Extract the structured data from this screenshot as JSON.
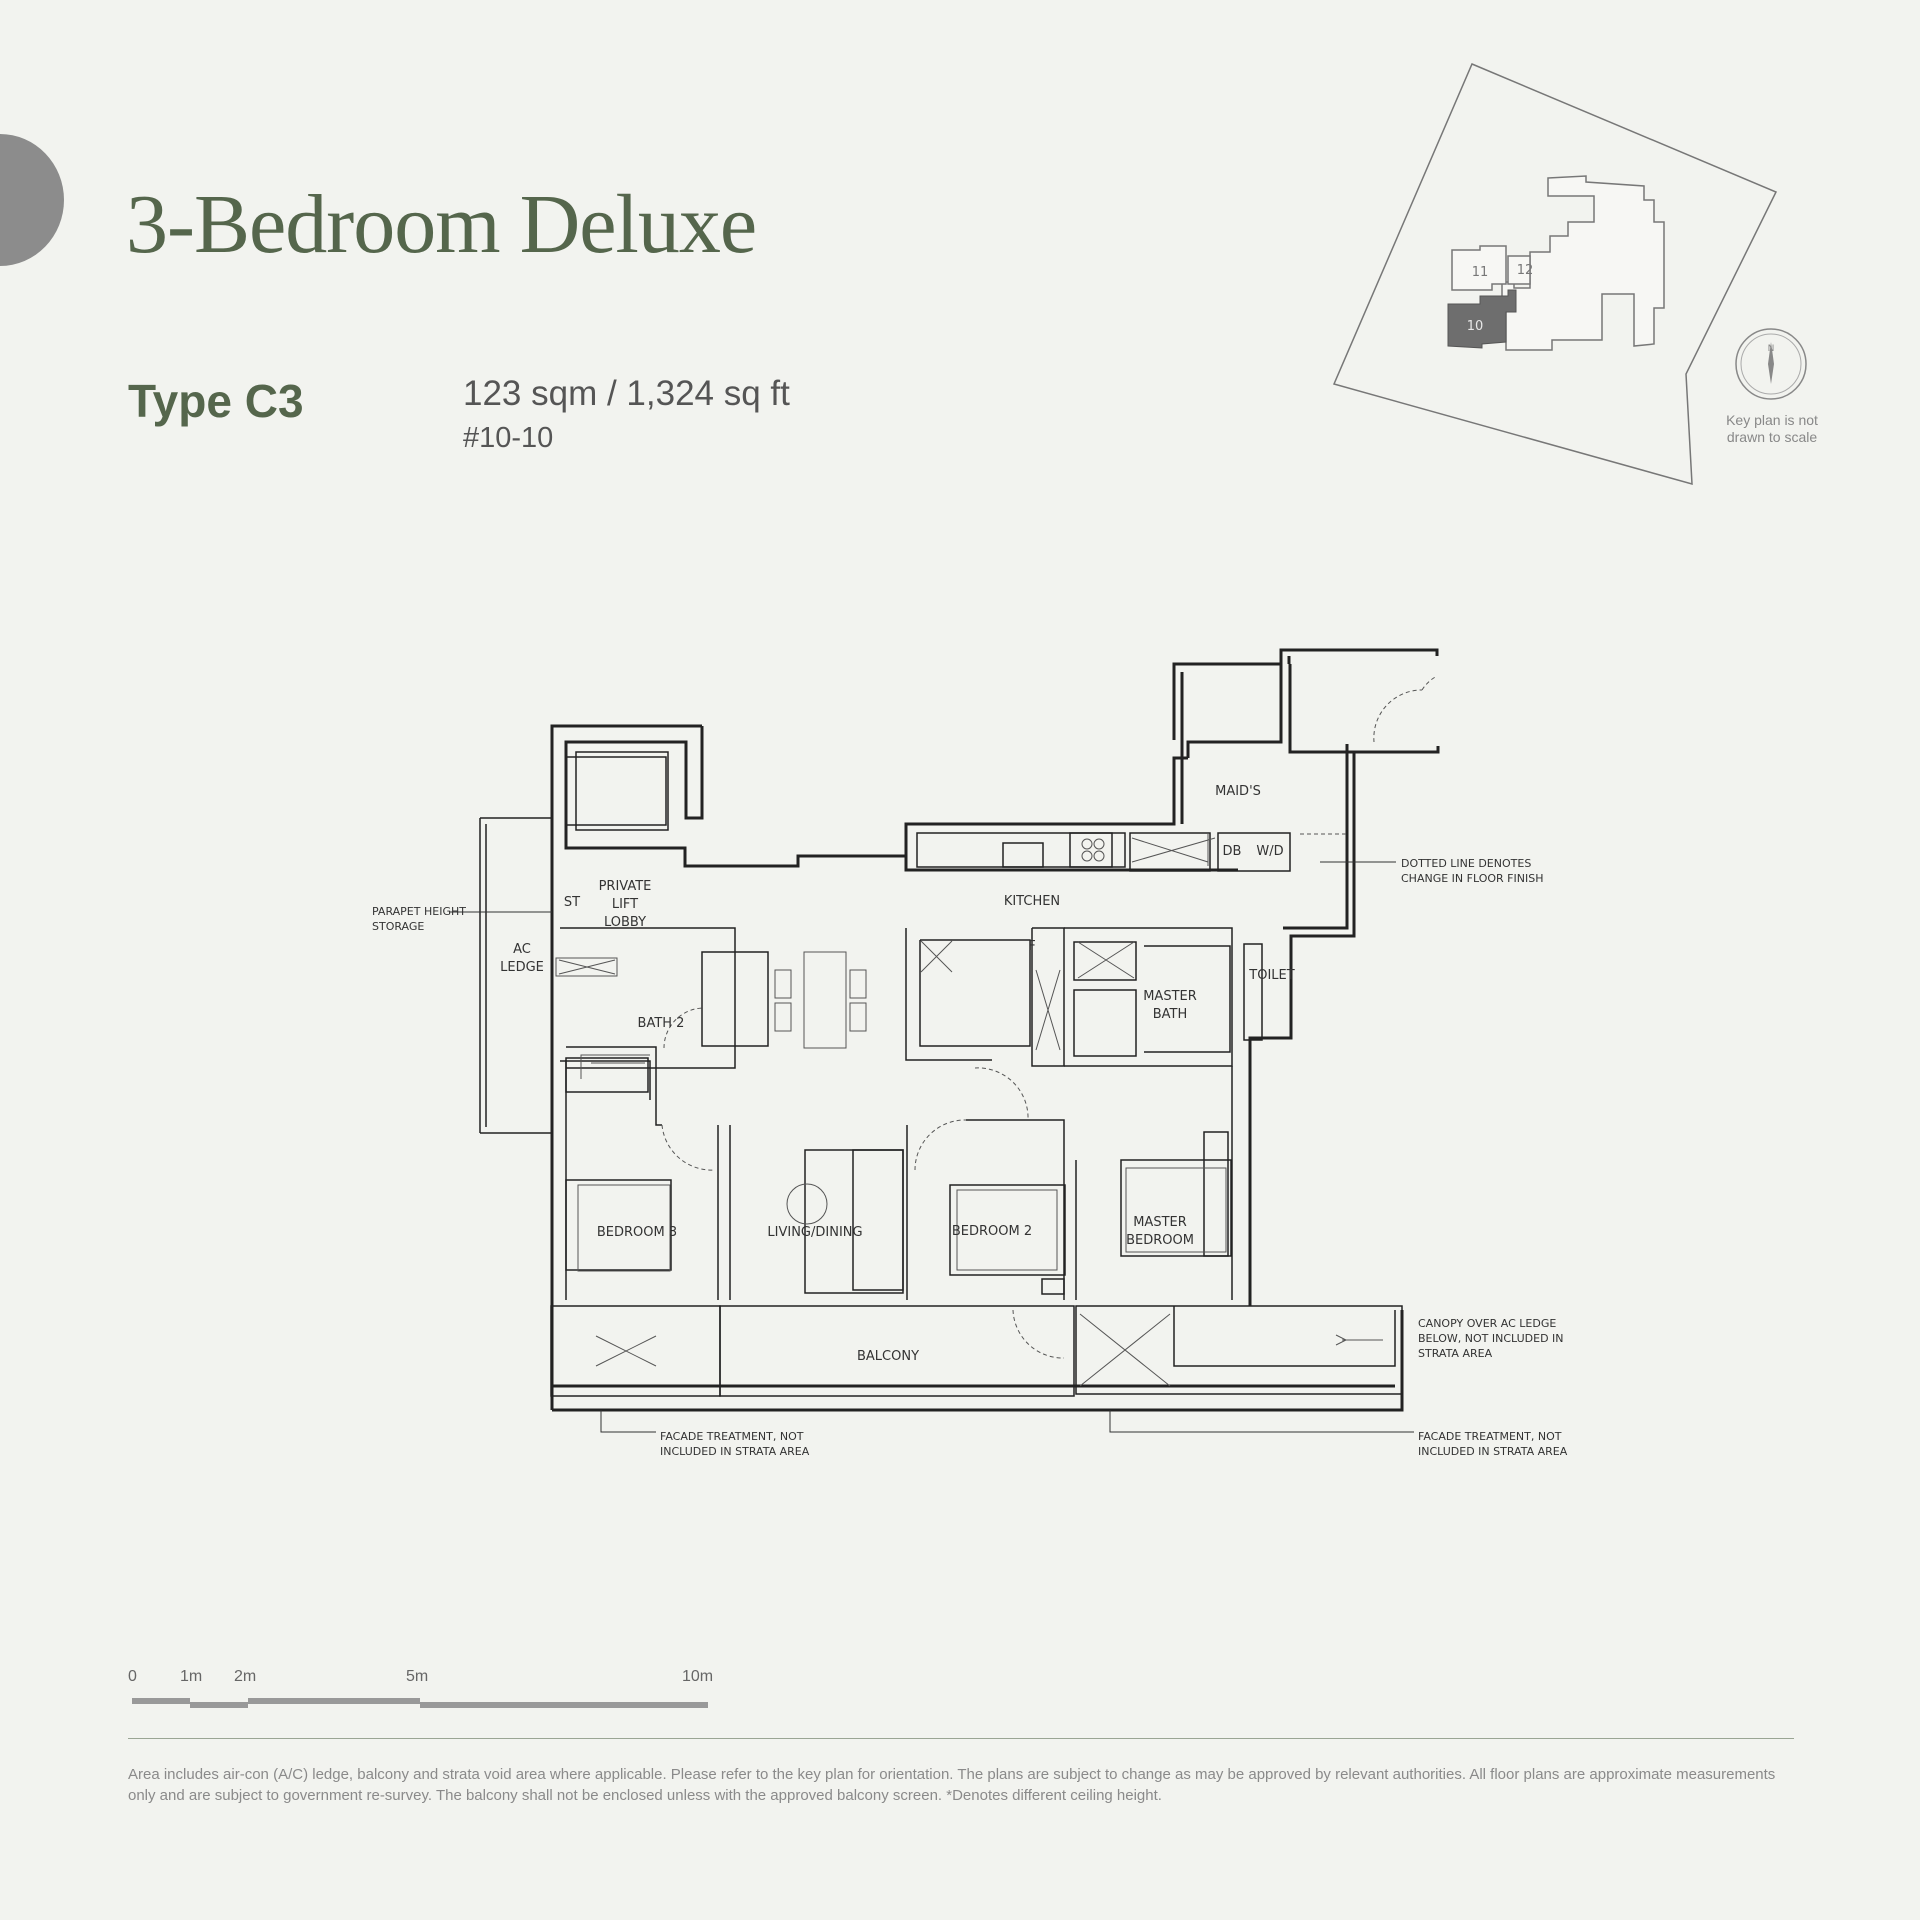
{
  "header": {
    "title": "3-Bedroom Deluxe",
    "type_label": "Type C3",
    "area": "123 sqm / 1,324 sq ft",
    "unit_number": "#10-10"
  },
  "key_plan": {
    "stack_labels": [
      "11",
      "12",
      "10"
    ],
    "highlighted_stack": "10",
    "compass_letter": "N",
    "note": "Key plan is not drawn to scale"
  },
  "floor_plan": {
    "rooms": {
      "maids": "MAID'S",
      "kitchen": "KITCHEN",
      "private_lift_lobby_1": "PRIVATE",
      "private_lift_lobby_2": "LIFT",
      "private_lift_lobby_3": "LOBBY",
      "ac_ledge_1": "AC",
      "ac_ledge_2": "LEDGE",
      "bath_2": "BATH 2",
      "toilet": "TOILET",
      "master_bath_1": "MASTER",
      "master_bath_2": "BATH",
      "bedroom_3": "BEDROOM 3",
      "living_dining": "LIVING/DINING",
      "bedroom_2": "BEDROOM 2",
      "master_bedroom_1": "MASTER",
      "master_bedroom_2": "BEDROOM",
      "balcony": "BALCONY"
    },
    "fixture_labels": {
      "storage": "ST",
      "fridge": "F",
      "db": "DB",
      "wm": "W/D"
    },
    "annotations": {
      "parapet_1": "PARAPET HEIGHT",
      "parapet_2": "STORAGE",
      "dotted_1": "DOTTED LINE DENOTES",
      "dotted_2": "CHANGE IN FLOOR FINISH",
      "canopy_1": "CANOPY OVER AC LEDGE",
      "canopy_2": "BELOW, NOT INCLUDED IN",
      "canopy_3": "STRATA AREA",
      "facade_left_1": "FACADE TREATMENT, NOT",
      "facade_left_2": "INCLUDED IN STRATA AREA",
      "facade_right_1": "FACADE TREATMENT, NOT",
      "facade_right_2": "INCLUDED IN STRATA AREA"
    }
  },
  "scale_bar": {
    "labels": [
      "0",
      "1m",
      "2m",
      "5m",
      "10m"
    ],
    "marks_m": [
      0,
      1,
      2,
      5,
      10
    ]
  },
  "footer": {
    "note": "Area includes air-con (A/C) ledge, balcony and strata void area where applicable. Please refer to the key plan for orientation. The plans are subject to change as may be approved by relevant authorities. All floor plans are approximate measurements only and are subject to government re-survey. The balcony shall not be enclosed unless with the approved balcony screen. *Denotes different ceiling height."
  },
  "colors": {
    "title_green": "#55664c",
    "highlight_stack": "#6e6e6e",
    "background": "#f2f3ef",
    "page_tab": "#8c8c8c"
  }
}
